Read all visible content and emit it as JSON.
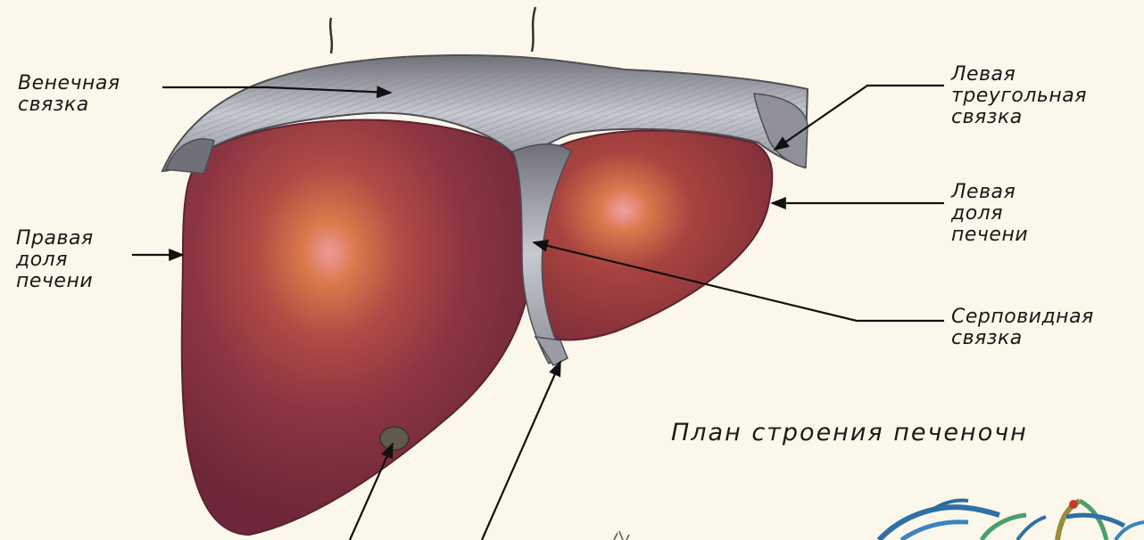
{
  "labels": {
    "coronary_ligament": [
      "Венечная",
      "связка"
    ],
    "right_lobe": [
      "Правая",
      "доля",
      "печени"
    ],
    "left_triangular_ligament": [
      "Левая",
      "треугольная",
      "связка"
    ],
    "left_lobe": [
      "Левая",
      "доля",
      "печени"
    ],
    "falciform_ligament": [
      "Серповидная",
      "связка"
    ]
  },
  "plan_heading": "План строения печеночн",
  "colors": {
    "background": "#fbf7ea",
    "liver": "#8b3542",
    "liver_highlight": "#e07a55",
    "ligament": "#b9bcc4",
    "leader_line": "#111111"
  }
}
